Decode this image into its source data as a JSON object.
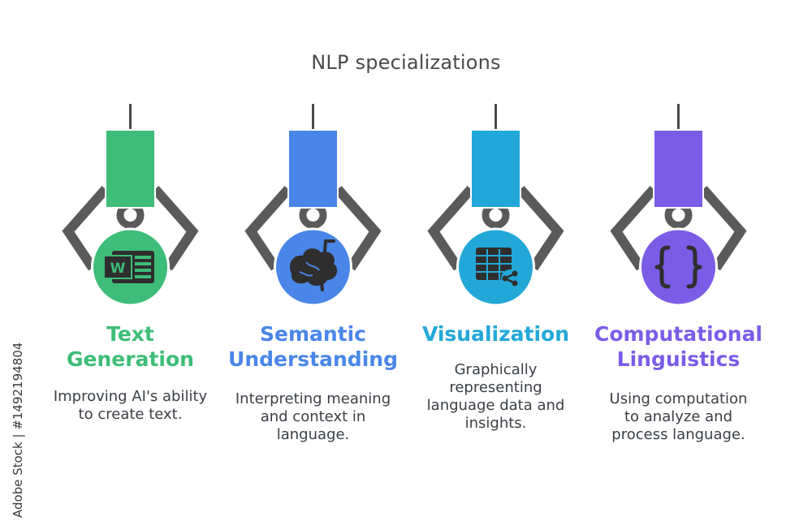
{
  "title": "NLP specializations",
  "watermark": "Adobe Stock | #1492194804",
  "colors": {
    "claw_gray": "#5a5a5a",
    "text_dark": "#3a3f45",
    "title_gray": "#4a4a4a"
  },
  "cards": [
    {
      "title_line1": "Text",
      "title_line2": "Generation",
      "description_lines": [
        "Improving AI's ability",
        "to create text."
      ],
      "color": "#3dbd77",
      "icon": "word-document-icon"
    },
    {
      "title_line1": "Semantic",
      "title_line2": "Understanding",
      "description_lines": [
        "Interpreting meaning",
        "and context in",
        "language."
      ],
      "color": "#4a86e8",
      "icon": "brain-icon"
    },
    {
      "title_line1": "Visualization",
      "title_line2": "",
      "description_lines": [
        "Graphically",
        "representing",
        "language data and",
        "insights."
      ],
      "color": "#22a8d8",
      "icon": "table-share-icon"
    },
    {
      "title_line1": "Computational",
      "title_line2": "Linguistics",
      "description_lines": [
        "Using computation",
        "to analyze and",
        "process language."
      ],
      "color": "#7b5ce6",
      "icon": "curly-braces-icon"
    }
  ]
}
